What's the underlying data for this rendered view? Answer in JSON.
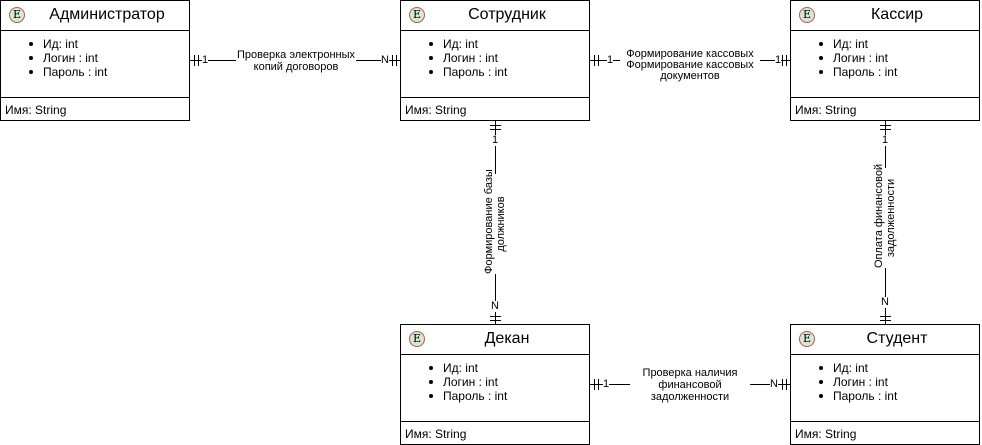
{
  "entities": {
    "admin": {
      "icon": "E",
      "title": "Администратор",
      "fields": [
        "Ид: int",
        "Логин : int",
        "Пароль : int"
      ],
      "footer": "Имя: String"
    },
    "employee": {
      "icon": "E",
      "title": "Сотрудник",
      "fields": [
        "Ид: int",
        "Логин : int",
        "Пароль : int"
      ],
      "footer": "Имя: String"
    },
    "cashier": {
      "icon": "E",
      "title": "Кассир",
      "fields": [
        "Ид: int",
        "Логин : int",
        "Пароль : int"
      ],
      "footer": "Имя: String"
    },
    "dean": {
      "icon": "E",
      "title": "Декан",
      "fields": [
        "Ид: int",
        "Логин : int",
        "Пароль : int"
      ],
      "footer": "Имя: String"
    },
    "student": {
      "icon": "E",
      "title": "Студент",
      "fields": [
        "Ид: int",
        "Логин : int",
        "Пароль : int"
      ],
      "footer": "Имя: String"
    }
  },
  "relations": {
    "admin_employee": {
      "line1": "Проверка электронных",
      "line2": "копий договоров",
      "card_a": "1",
      "card_b": "N"
    },
    "employee_cashier": {
      "line1": "Формирование кассовых",
      "line2": "Формирование кассовых",
      "line3": "документов",
      "card_a": "1",
      "card_b": "1"
    },
    "employee_dean": {
      "line1": "Формирование базы",
      "line2": "должников",
      "card_a": "1",
      "card_b": "N"
    },
    "cashier_student": {
      "line1": "Оплата финансовой",
      "line2": "задолженности",
      "card_a": "1",
      "card_b": "N"
    },
    "dean_student": {
      "line1": "Проверка наличия",
      "line2": "финансовой",
      "line3": "задолженности",
      "card_a": "1",
      "card_b": "N"
    }
  }
}
